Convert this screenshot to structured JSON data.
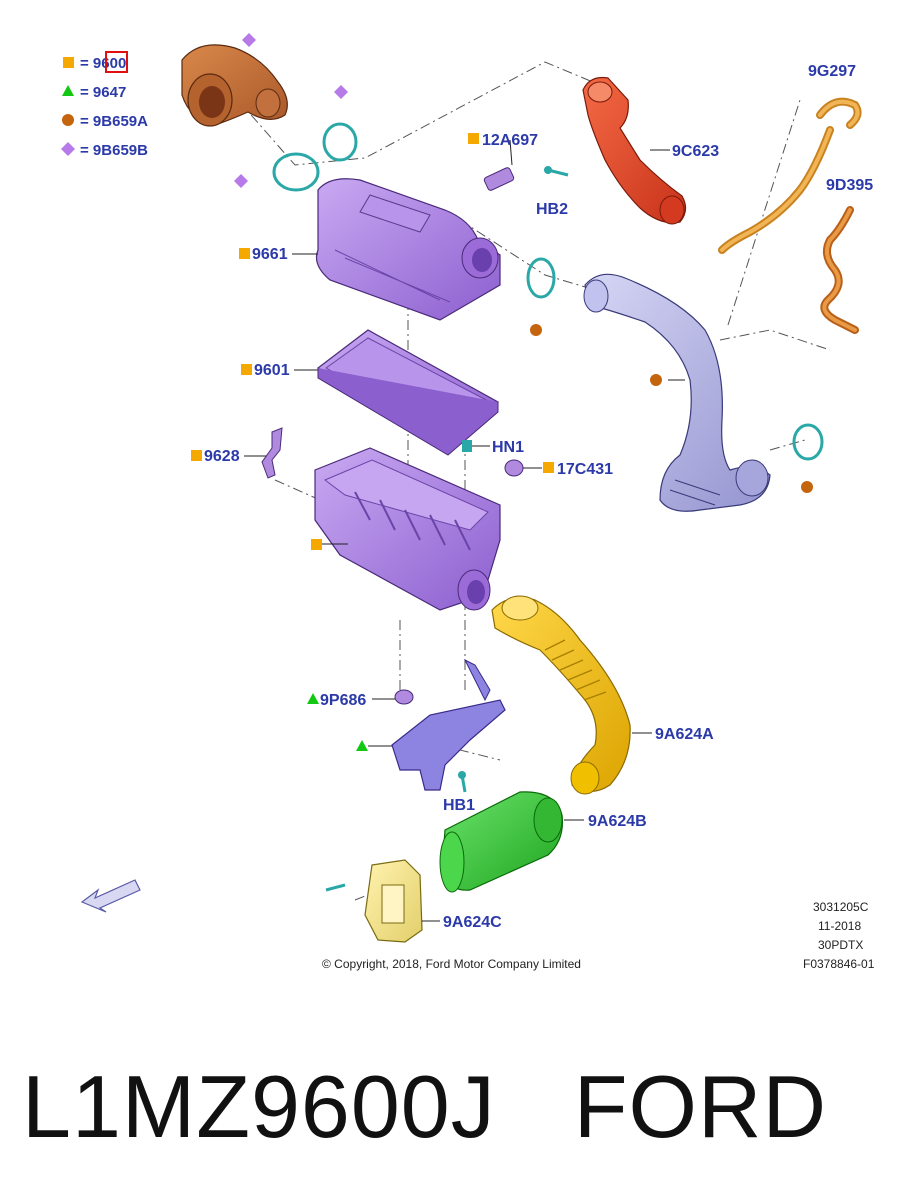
{
  "legend": [
    {
      "marker": "square",
      "color": "#f5a800",
      "text": "= 9600"
    },
    {
      "marker": "triangle",
      "color": "#12c812",
      "text": "= 9647"
    },
    {
      "marker": "circle",
      "color": "#c4650e",
      "text": "= 9B659A"
    },
    {
      "marker": "diamond",
      "color": "#b67be8",
      "text": "= 9B659B"
    }
  ],
  "callouts": {
    "c_12a697": "12A697",
    "c_9c623": "9C623",
    "c_hb2": "HB2",
    "c_9g297": "9G297",
    "c_9d395": "9D395",
    "c_9661": "9661",
    "c_9601": "9601",
    "c_9628": "9628",
    "c_hn1": "HN1",
    "c_17c431": "17C431",
    "c_9p686": "9P686",
    "c_hb1": "HB1",
    "c_9a624a": "9A624A",
    "c_9a624b": "9A624B",
    "c_9a624c": "9A624C"
  },
  "meta": {
    "line1": "3031205C",
    "line2": "11-2018",
    "line3": "30PDTX",
    "line4": "F0378846-01"
  },
  "copyright": "© Copyright, 2018, Ford Motor Company Limited",
  "part_number": "L1MZ9600J",
  "brand": "FORD",
  "colors": {
    "label_blue": "#2b3aa8",
    "housing_purple": "#a87be0",
    "intake_red": "#e8492a",
    "duct_yellow": "#f2c21a",
    "duct_green": "#3cc83c",
    "tube_lavender": "#b9b9e6",
    "hose_orange": "#e8932e",
    "clamp_teal": "#2aa7a7"
  }
}
